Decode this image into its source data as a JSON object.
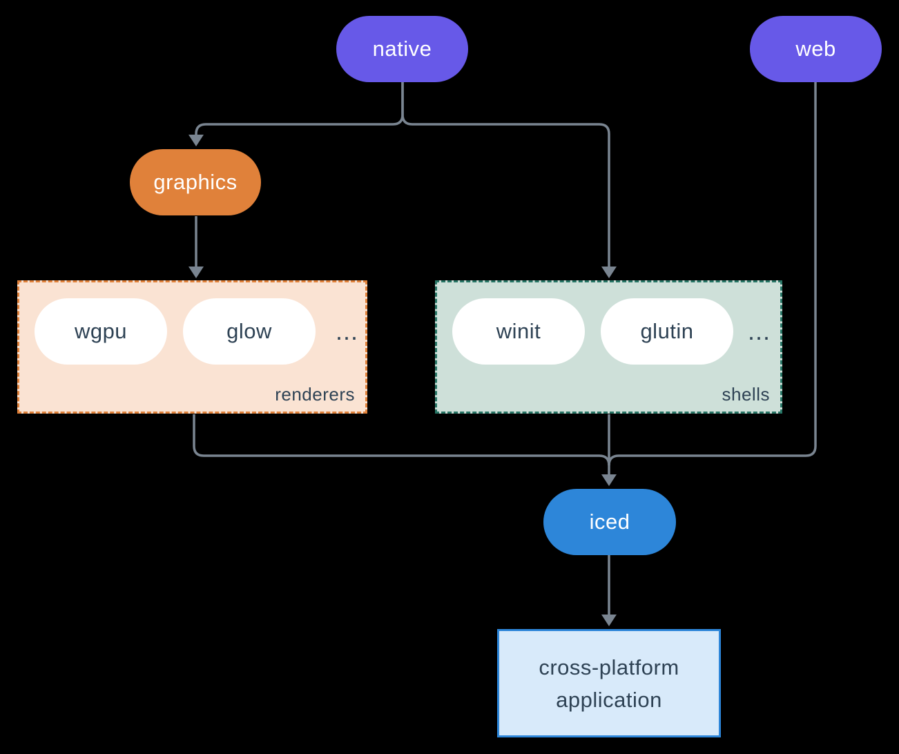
{
  "diagram": {
    "background_color": "#000000",
    "connector_color": "#7a8591",
    "text_on_color": "#ffffff",
    "dark_text_color": "#2e4254",
    "chip_fill": "#ffffff",
    "nodes": {
      "native": {
        "label": "native",
        "fill": "#6759e8"
      },
      "web": {
        "label": "web",
        "fill": "#6759e8"
      },
      "graphics": {
        "label": "graphics",
        "fill": "#e0813a"
      },
      "iced": {
        "label": "iced",
        "fill": "#2d86d9"
      },
      "application": {
        "line1": "cross-platform",
        "line2": "application",
        "fill": "#d8eafa",
        "border_color": "#2d86d9"
      }
    },
    "groups": {
      "renderers": {
        "label": "renderers",
        "fill": "#fae3d3",
        "border_color": "#e0813a",
        "items": [
          {
            "label": "wgpu"
          },
          {
            "label": "glow"
          }
        ],
        "ellipsis": "..."
      },
      "shells": {
        "label": "shells",
        "fill": "#cee0d9",
        "border_color": "#277565",
        "items": [
          {
            "label": "winit"
          },
          {
            "label": "glutin"
          }
        ],
        "ellipsis": "..."
      }
    }
  }
}
